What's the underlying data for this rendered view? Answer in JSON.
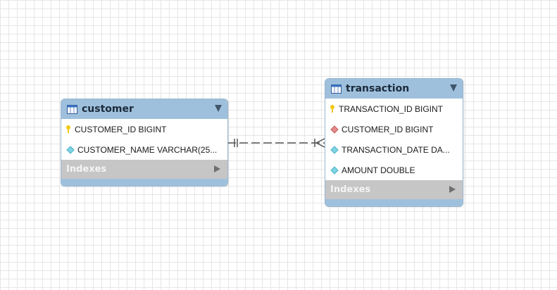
{
  "entities": {
    "customer": {
      "title": "customer",
      "columns": [
        {
          "name": "CUSTOMER_ID BIGINT",
          "key": "primary-key"
        },
        {
          "name": "CUSTOMER_NAME VARCHAR(25...",
          "key": "attribute"
        }
      ],
      "indexes_label": "Indexes"
    },
    "transaction": {
      "title": "transaction",
      "columns": [
        {
          "name": "TRANSACTION_ID BIGINT",
          "key": "primary-key"
        },
        {
          "name": "CUSTOMER_ID BIGINT",
          "key": "foreign-key"
        },
        {
          "name": "TRANSACTION_DATE DA...",
          "key": "attribute"
        },
        {
          "name": "AMOUNT DOUBLE",
          "key": "attribute"
        }
      ],
      "indexes_label": "Indexes"
    }
  },
  "relationship": {
    "from": "customer",
    "to": "transaction",
    "type": "one-to-many",
    "identifying": false
  },
  "colors": {
    "header": "#9ec0dc",
    "indexes_bar": "#c6c6c6",
    "primary_key": "#f2c811",
    "foreign_key": "#e58a8a",
    "attribute": "#7fd3e4"
  }
}
